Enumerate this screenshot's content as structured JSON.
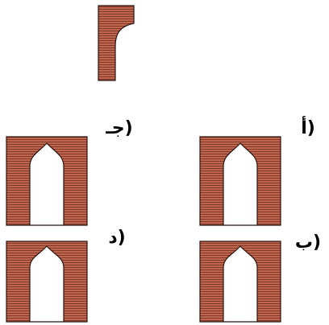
{
  "colors": {
    "brick": "#C0654E",
    "stripe": "#7A3526",
    "outline": "#2A1410",
    "background": "#FFFFFF"
  },
  "options": [
    {
      "id": "a",
      "label": "أ)"
    },
    {
      "id": "b",
      "label": "ب)"
    },
    {
      "id": "c",
      "label": "جـ)"
    },
    {
      "id": "d",
      "label": "د)"
    }
  ]
}
